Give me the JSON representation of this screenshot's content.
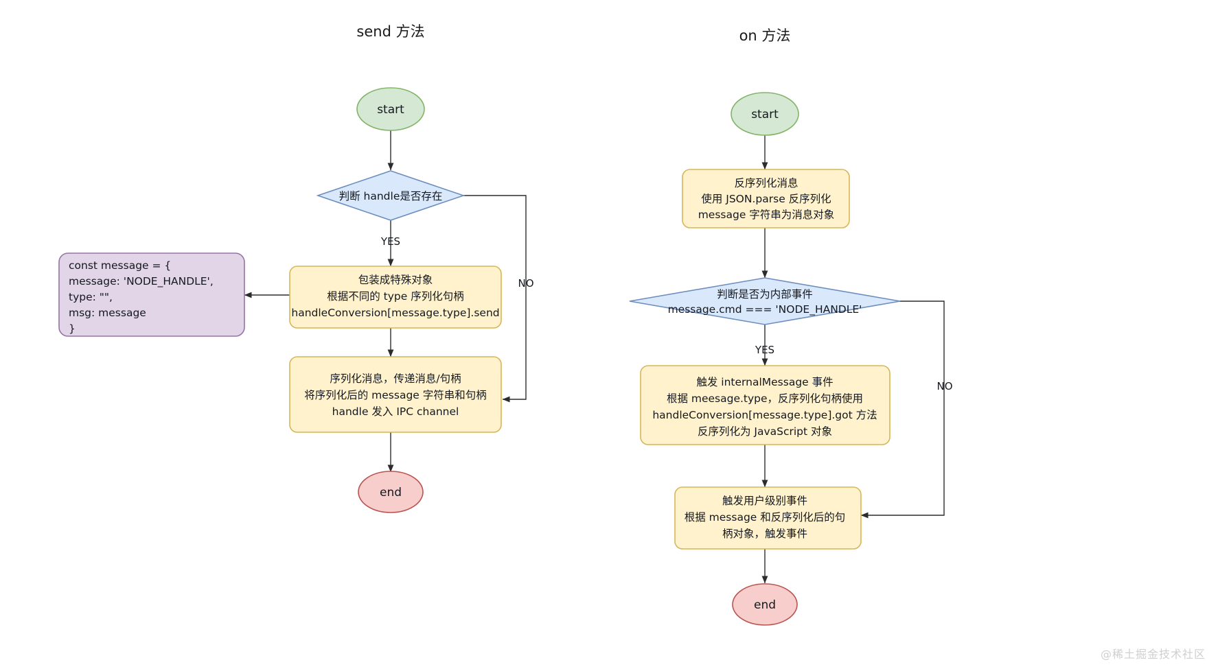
{
  "diagram": {
    "title_left": "send 方法",
    "title_right": "on 方法",
    "watermark": "@稀土掘金技术社区",
    "colors": {
      "start_fill": "#d5e8d4",
      "start_stroke": "#82b366",
      "end_fill": "#f8cecc",
      "end_stroke": "#b85450",
      "process_fill": "#fff2cc",
      "process_stroke": "#d6b656",
      "decision_fill": "#dae8fc",
      "decision_stroke": "#6c8ebf",
      "note_fill": "#e1d5e7",
      "note_stroke": "#9673a6",
      "edge": "#2c2c2c",
      "background": "#ffffff"
    }
  },
  "left_flow": {
    "start": "start",
    "decision": "判断 handle是否存在",
    "label_yes": "YES",
    "label_no": "NO",
    "note": {
      "line1": "const message = {",
      "line2": "  message: 'NODE_HANDLE',",
      "line3": "  type: \"\",",
      "line4": "  msg: message",
      "line5": "}"
    },
    "process1": {
      "line1": "包装成特殊对象",
      "line2": "根据不同的 type 序列化句柄",
      "line3": "handleConversion[message.type].send"
    },
    "process2": {
      "line1": "序列化消息，传递消息/句柄",
      "line2": "将序列化后的 message 字符串和句柄",
      "line3": "handle 发入 IPC channel"
    },
    "end": "end"
  },
  "right_flow": {
    "start": "start",
    "process1": {
      "line1": "反序列化消息",
      "line2": "使用 JSON.parse 反序列化",
      "line3": "message 字符串为消息对象"
    },
    "decision": {
      "line1": "判断是否为内部事件",
      "line2": "message.cmd === 'NODE_HANDLE'"
    },
    "label_yes": "YES",
    "label_no": "NO",
    "process2": {
      "line1": "触发 internalMessage 事件",
      "line2": "根据 meesage.type，反序列化句柄使用",
      "line3": "handleConversion[message.type].got 方法",
      "line4": "反序列化为 JavaScript 对象"
    },
    "process3": {
      "line1": "触发用户级别事件",
      "line2": "根据 message 和反序列化后的句",
      "line3": "柄对象，触发事件"
    },
    "end": "end"
  }
}
